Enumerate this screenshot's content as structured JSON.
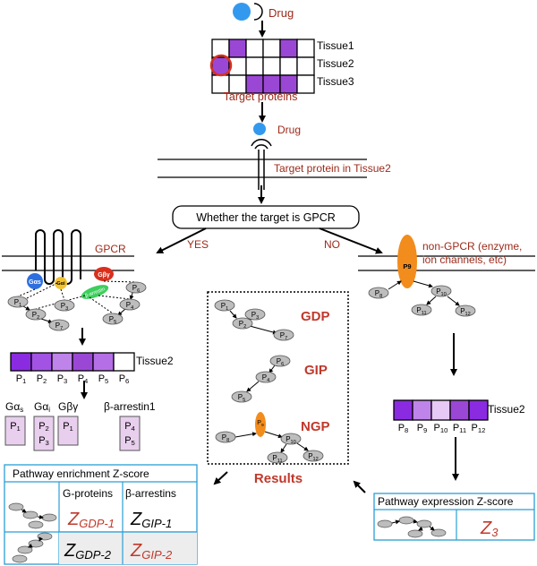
{
  "top": {
    "drug_label": "Drug",
    "tissues": [
      "Tissue1",
      "Tissue2",
      "Tissue3"
    ],
    "target_proteins_label": "Target proteins",
    "drug_label_2": "Drug",
    "target_in_tissue_label": "Target protein in Tissue2",
    "decision_label": "Whether the target is GPCR",
    "yes_label": "YES",
    "no_label": "NO"
  },
  "left": {
    "gpcr_label": "GPCR",
    "subunits": {
      "gas": "Gαs",
      "gai": "Gαi",
      "gby": "Gβγ",
      "arrestin": "β-arrestin"
    },
    "proteins": [
      "P1",
      "P2",
      "P3",
      "P4",
      "P5",
      "P6",
      "P7"
    ],
    "expression_proteins": [
      "P1",
      "P2",
      "P3",
      "P4",
      "P5",
      "P6"
    ],
    "tissue_label": "Tissue2",
    "groups": [
      {
        "header": "Gαs",
        "items": [
          "P1"
        ]
      },
      {
        "header": "Gαi",
        "items": [
          "P2",
          "P3"
        ]
      },
      {
        "header": "Gβγ",
        "items": [
          "P1"
        ]
      },
      {
        "header": "β-arrestin1",
        "items": [
          "P4",
          "P5"
        ]
      }
    ],
    "table_title": "Pathway enrichment Z-score",
    "col_gproteins": "G-proteins",
    "col_barrestins": "β-arrestins",
    "z_gdp1": "ZGDP-1",
    "z_gip1": "ZGIP-1",
    "z_gdp2": "ZGDP-2",
    "z_gip2": "ZGIP-2"
  },
  "center": {
    "gdp_label": "GDP",
    "gip_label": "GIP",
    "ngp_label": "NGP",
    "results_label": "Results",
    "gdp_proteins": [
      "P1",
      "P2",
      "P3",
      "P7"
    ],
    "gip_proteins": [
      "P6",
      "P4",
      "P5"
    ],
    "ngp_proteins": [
      "P9",
      "P8",
      "P10",
      "P11",
      "P12"
    ]
  },
  "right": {
    "non_gpcr_label_1": "non-GPCR (enzyme,",
    "non_gpcr_label_2": "ion channels, etc)",
    "proteins": [
      "P9",
      "P8",
      "P10",
      "P11",
      "P12"
    ],
    "expression_proteins": [
      "P8",
      "P9",
      "P10",
      "P11",
      "P12"
    ],
    "tissue_label": "Tissue2",
    "table_title": "Pathway expression Z-score",
    "z3": "Z3"
  },
  "colors": {
    "drug": "#3399ee",
    "cell_purple": "#9b47d6",
    "cell_light": "#ffffff",
    "accent_red": "#c0392b",
    "label_dark_red": "#9b2a1a",
    "box_blue": "#2a9fd6",
    "orange": "#f28c1c",
    "node_gray": "#bdbdbd",
    "group_box": "#e9cfee"
  }
}
